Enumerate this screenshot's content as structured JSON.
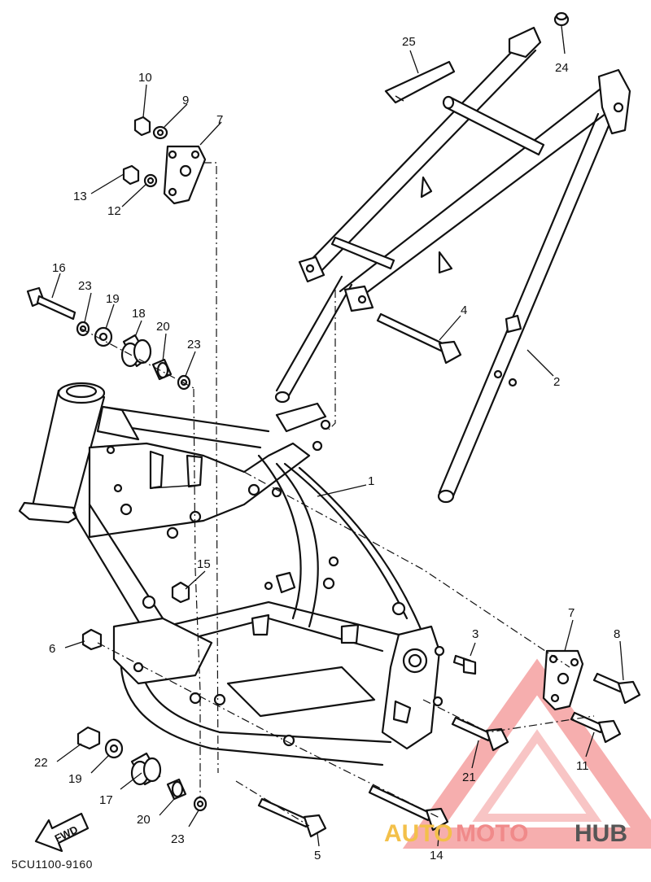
{
  "diagram": {
    "reference_code": "5CU1100-9160",
    "forward_label": "FWD",
    "callouts": [
      "1",
      "2",
      "3",
      "4",
      "5",
      "6",
      "7",
      "7",
      "8",
      "9",
      "10",
      "11",
      "12",
      "13",
      "14",
      "15",
      "16",
      "17",
      "18",
      "19",
      "19",
      "20",
      "20",
      "21",
      "22",
      "23",
      "23",
      "23",
      "24",
      "25"
    ]
  },
  "watermark": {
    "part1": "AUTO",
    "part2": "MOTO",
    "part3": "HUB",
    "colors": {
      "triangle": "#f08080",
      "auto": "#f3c04a",
      "moto": "#f08a8a",
      "hub": "#555555"
    }
  }
}
